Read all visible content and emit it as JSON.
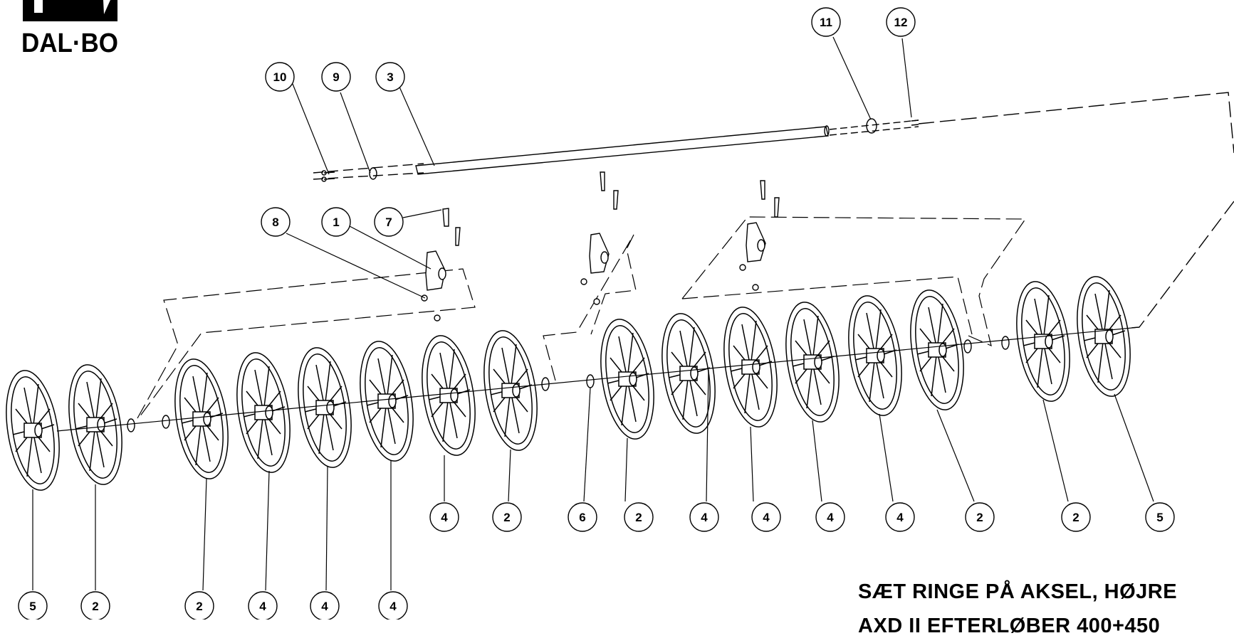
{
  "logo": {
    "text": "DAL·BO"
  },
  "title": {
    "line1": "SÆT RINGE PÅ AKSEL, HØJRE",
    "line2": "AXD II EFTERLØBER 400+450"
  },
  "callouts": [
    "10",
    "9",
    "3",
    "11",
    "12",
    "8",
    "1",
    "7",
    "5",
    "2",
    "2",
    "4",
    "4",
    "4",
    "4",
    "2",
    "6",
    "2",
    "4",
    "4",
    "4",
    "4",
    "2",
    "2",
    "5"
  ],
  "colors": {
    "ink": "#000000",
    "paper": "#ffffff"
  }
}
